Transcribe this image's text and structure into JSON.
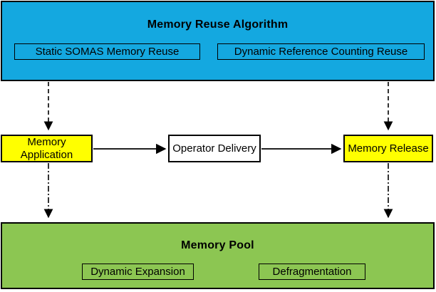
{
  "diagram": {
    "top_box": {
      "title": "Memory Reuse Algorithm",
      "items": [
        {
          "label": "Static SOMAS Memory Reuse"
        },
        {
          "label": "Dynamic Reference Counting Reuse"
        }
      ]
    },
    "middle_row": {
      "left_node": "Memory Application",
      "center_node": "Operator Delivery",
      "right_node": "Memory Release"
    },
    "bottom_box": {
      "title": "Memory Pool",
      "items": [
        {
          "label": "Dynamic Expansion"
        },
        {
          "label": "Defragmentation"
        }
      ]
    },
    "colors": {
      "top_band": "#14a8e0",
      "node_yellow": "#ffff00",
      "node_white": "#ffffff",
      "bottom_band": "#8cc652",
      "line": "#000000",
      "background": "#ffffff"
    }
  }
}
